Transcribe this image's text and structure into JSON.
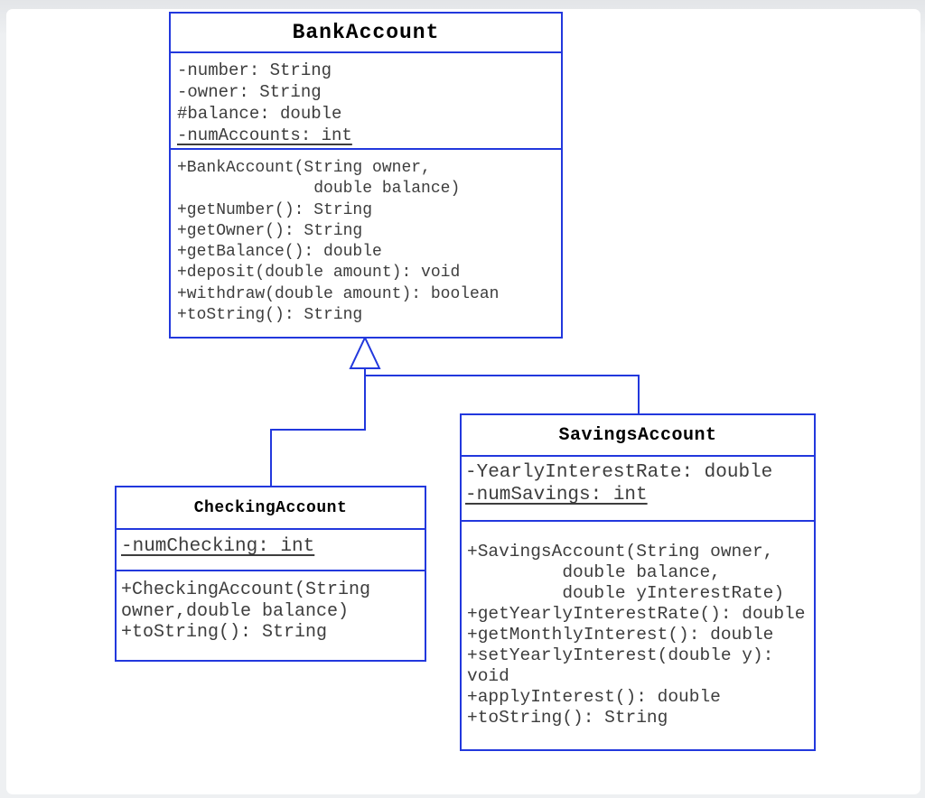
{
  "diagram": {
    "kind": "uml-class-diagram"
  },
  "colors": {
    "line_blue": "#2238dd",
    "code_text": "#3d3d3d",
    "title_text": "#000000",
    "page_background": "#eef0f2",
    "canvas_background": "#ffffff"
  },
  "classes": [
    {
      "name": "BankAccount",
      "title": "BankAccount",
      "attributes": [
        {
          "text": "-number: String",
          "underline": false
        },
        {
          "text": "-owner: String",
          "underline": false
        },
        {
          "text": "#balance: double",
          "underline": false
        },
        {
          "text": "-numAccounts: int",
          "underline": true
        }
      ],
      "methods": [
        {
          "text": "+BankAccount(String owner,",
          "underline": false
        },
        {
          "text": "              double balance)",
          "underline": false
        },
        {
          "text": "+getNumber(): String",
          "underline": false
        },
        {
          "text": "+getOwner(): String",
          "underline": false
        },
        {
          "text": "+getBalance(): double",
          "underline": false
        },
        {
          "text": "+deposit(double amount): void",
          "underline": false
        },
        {
          "text": "+withdraw(double amount): boolean",
          "underline": false
        },
        {
          "text": "+toString(): String",
          "underline": false
        }
      ]
    },
    {
      "name": "CheckingAccount",
      "title": "CheckingAccount",
      "attributes": [
        {
          "text": "-numChecking: int",
          "underline": true
        }
      ],
      "methods": [
        {
          "text": "+CheckingAccount(String",
          "underline": false
        },
        {
          "text": "owner,double balance)",
          "underline": false
        },
        {
          "text": "+toString(): String",
          "underline": false
        }
      ]
    },
    {
      "name": "SavingsAccount",
      "title": "SavingsAccount",
      "attributes": [
        {
          "text": "-YearlyInterestRate: double",
          "underline": false
        },
        {
          "text": "-numSavings: int",
          "underline": true
        }
      ],
      "methods": [
        {
          "text": "+SavingsAccount(String owner,",
          "underline": false
        },
        {
          "text": "         double balance,",
          "underline": false
        },
        {
          "text": "         double yInterestRate)",
          "underline": false
        },
        {
          "text": "+getYearlyInterestRate(): double",
          "underline": false
        },
        {
          "text": "+getMonthlyInterest(): double",
          "underline": false
        },
        {
          "text": "+setYearlyInterest(double y):",
          "underline": false
        },
        {
          "text": "void",
          "underline": false
        },
        {
          "text": "+applyInterest(): double",
          "underline": false
        },
        {
          "text": "+toString(): String",
          "underline": false
        }
      ]
    }
  ],
  "relations": [
    {
      "from": "CheckingAccount",
      "to": "BankAccount",
      "type": "generalization"
    },
    {
      "from": "SavingsAccount",
      "to": "BankAccount",
      "type": "generalization"
    }
  ]
}
